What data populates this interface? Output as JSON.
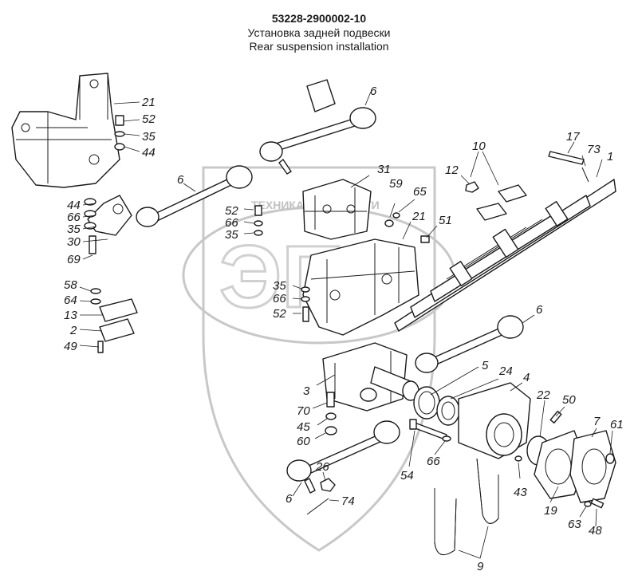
{
  "header": {
    "part_code": "53228-2900002-10",
    "title_ru": "Установка задней подвески",
    "title_en": "Rear suspension installation"
  },
  "watermark": {
    "text": "ТЕХНИКА И ЗАПЧАСТИ",
    "logo_letters": "ЭПФ"
  },
  "callouts": [
    "1",
    "2",
    "3",
    "4",
    "5",
    "6",
    "7",
    "9",
    "10",
    "12",
    "13",
    "17",
    "19",
    "21",
    "22",
    "24",
    "26",
    "30",
    "31",
    "35",
    "43",
    "44",
    "45",
    "48",
    "49",
    "50",
    "51",
    "52",
    "54",
    "58",
    "59",
    "60",
    "61",
    "63",
    "64",
    "65",
    "66",
    "69",
    "70",
    "73",
    "74"
  ]
}
